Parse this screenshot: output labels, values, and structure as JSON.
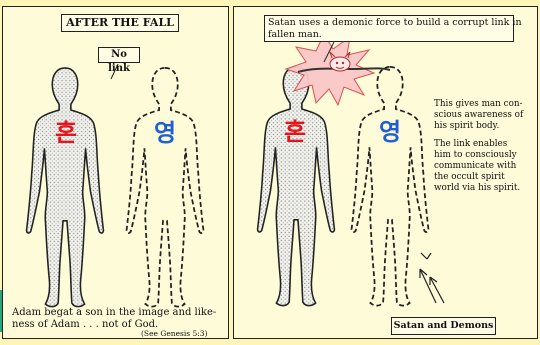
{
  "left_panel": {
    "title": "AFTER THE FALL",
    "no_link_label": "No link",
    "soul_glyph": "혼",
    "spirit_glyph": "영",
    "caption_line1": "Adam begat a son in the image and like-",
    "caption_line2": "ness of Adam . . . not of God.",
    "reference": "(See Genesis 5:3)"
  },
  "right_panel": {
    "callout_line1": "Satan uses a demonic force to build a corrupt link in",
    "callout_line2": "fallen man.",
    "soul_glyph": "혼",
    "spirit_glyph": "영",
    "para1_lines": [
      "This gives man con-",
      "scious awareness of",
      "his spirit body."
    ],
    "para2_lines": [
      "The link enables",
      "him to consciously",
      "communicate with",
      "the occult spirit",
      "world via his spirit."
    ],
    "satan_label": "Satan and Demons"
  },
  "colors": {
    "page_bg": "#fdf6b8",
    "panel_bg": "#fefbd9",
    "soul_red": "#e8141c",
    "spirit_blue": "#1f5fd1",
    "burst_fill": "#f9c8c8",
    "burst_stroke": "#d94a4a",
    "side_tab": "#2aa57a"
  }
}
